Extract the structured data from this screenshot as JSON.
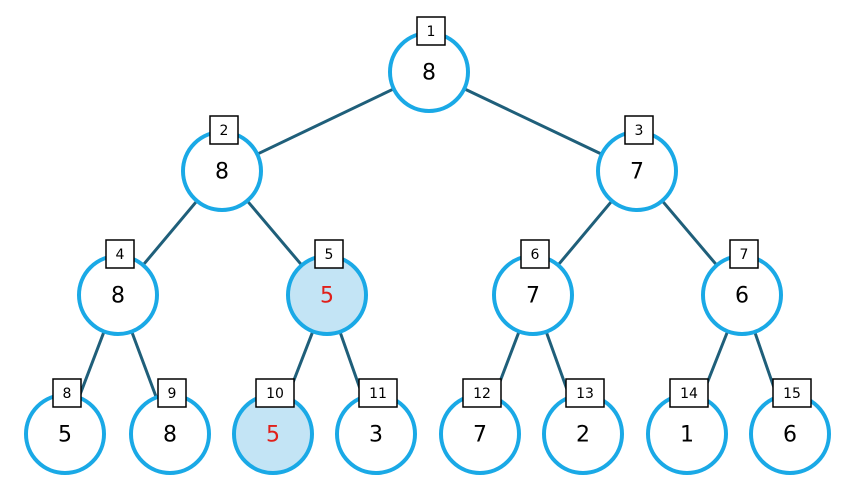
{
  "tree": {
    "nodes": [
      {
        "index": "1",
        "value": "8",
        "highlighted": false
      },
      {
        "index": "2",
        "value": "8",
        "highlighted": false
      },
      {
        "index": "3",
        "value": "7",
        "highlighted": false
      },
      {
        "index": "4",
        "value": "8",
        "highlighted": false
      },
      {
        "index": "5",
        "value": "5",
        "highlighted": true
      },
      {
        "index": "6",
        "value": "7",
        "highlighted": false
      },
      {
        "index": "7",
        "value": "6",
        "highlighted": false
      },
      {
        "index": "8",
        "value": "5",
        "highlighted": false
      },
      {
        "index": "9",
        "value": "8",
        "highlighted": false
      },
      {
        "index": "10",
        "value": "5",
        "highlighted": true
      },
      {
        "index": "11",
        "value": "3",
        "highlighted": false
      },
      {
        "index": "12",
        "value": "7",
        "highlighted": false
      },
      {
        "index": "13",
        "value": "2",
        "highlighted": false
      },
      {
        "index": "14",
        "value": "1",
        "highlighted": false
      },
      {
        "index": "15",
        "value": "6",
        "highlighted": false
      }
    ]
  },
  "colors": {
    "circle_stroke": "#1aa9e6",
    "circle_fill": "#ffffff",
    "highlight_fill": "#c3e4f5",
    "edge": "#1f5f7a",
    "value_text": "#000000",
    "highlight_text": "#e0201b"
  }
}
